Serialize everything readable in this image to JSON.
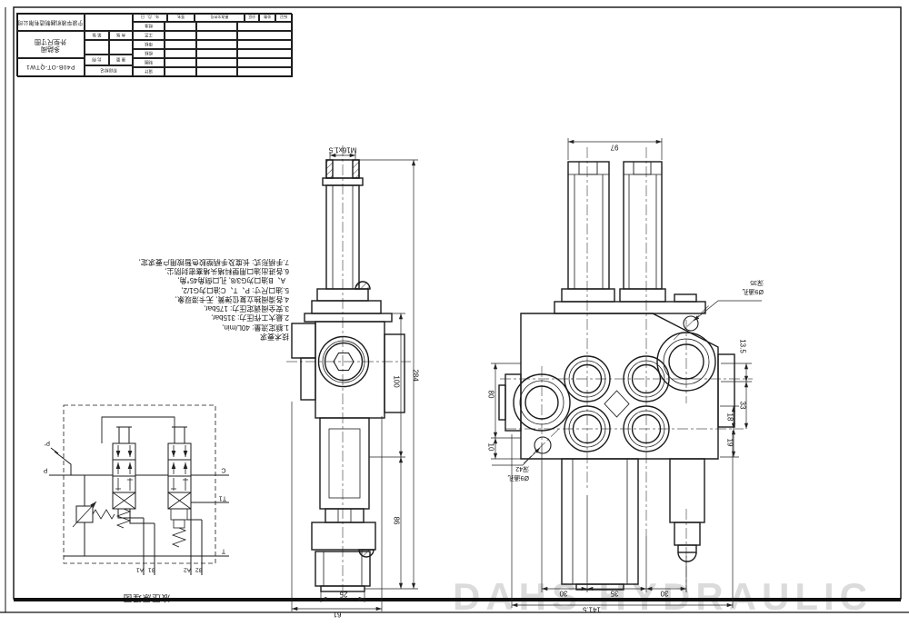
{
  "title_block": {
    "company": "宁波华液机器制造有限公司",
    "product_name": "多路阀",
    "drawing_type": "外型尺寸图",
    "drawing_no": "P40B-OT-QTW1",
    "rev_header": [
      "标记",
      "处数",
      "分区",
      "更改文件号",
      "签名",
      "年、月、日"
    ],
    "sign_rows": [
      "设计",
      "制图",
      "校核",
      "审核",
      "工艺",
      "批准"
    ],
    "fields": {
      "stage": "阶段标记",
      "weight": "重 量",
      "scale": "比 例",
      "total_sheets": "共 张",
      "sheet_no": "第 张"
    }
  },
  "notes": {
    "heading": "技术要求",
    "lines": [
      "1.额定流量: 40L/min,",
      "2.最大工作压力: 315bar,",
      "3.安全阀调定压力: 175bar,",
      "4.各滑阀独立复位弹簧, 无卡滞现象,",
      "5.油口尺寸: P、T、C油口为G1/2,",
      "  A、B油口为G3/8, 孔口倒角45°角,",
      "6.各进出油口用塑料堵头堵塞密封防尘,",
      "7.手柄形式: 长度及手柄塑胶色暂按用户要求定,"
    ]
  },
  "front_view": {
    "dims": {
      "thread": "M16x1.5",
      "overall": "284",
      "upper": "100",
      "lower": "86",
      "spool_end": "25",
      "base_width": "61"
    }
  },
  "side_view": {
    "dims": {
      "top_width": "97",
      "left_height": "80",
      "left_small": "10",
      "right_1": "13.5",
      "right_2": "33",
      "right_3": "18",
      "right_4": "19",
      "bottom_1": "30",
      "bottom_2": "35",
      "bottom_3": "30",
      "bottom_total": "141.5"
    },
    "callout_top": {
      "l1": "Ø9通孔",
      "l2": "深35"
    },
    "callout_bottom": {
      "l1": "Ø9通孔",
      "l2": "深42"
    }
  },
  "schematic": {
    "caption": "液压原理图",
    "ports": {
      "p": "P",
      "p_aux": "P'",
      "c": "C",
      "t1": "T1",
      "t": "T",
      "a1": "A1",
      "b1": "B1",
      "a2": "A2",
      "b2": "B2"
    }
  },
  "watermark": "DAHS HYDRAULIC"
}
